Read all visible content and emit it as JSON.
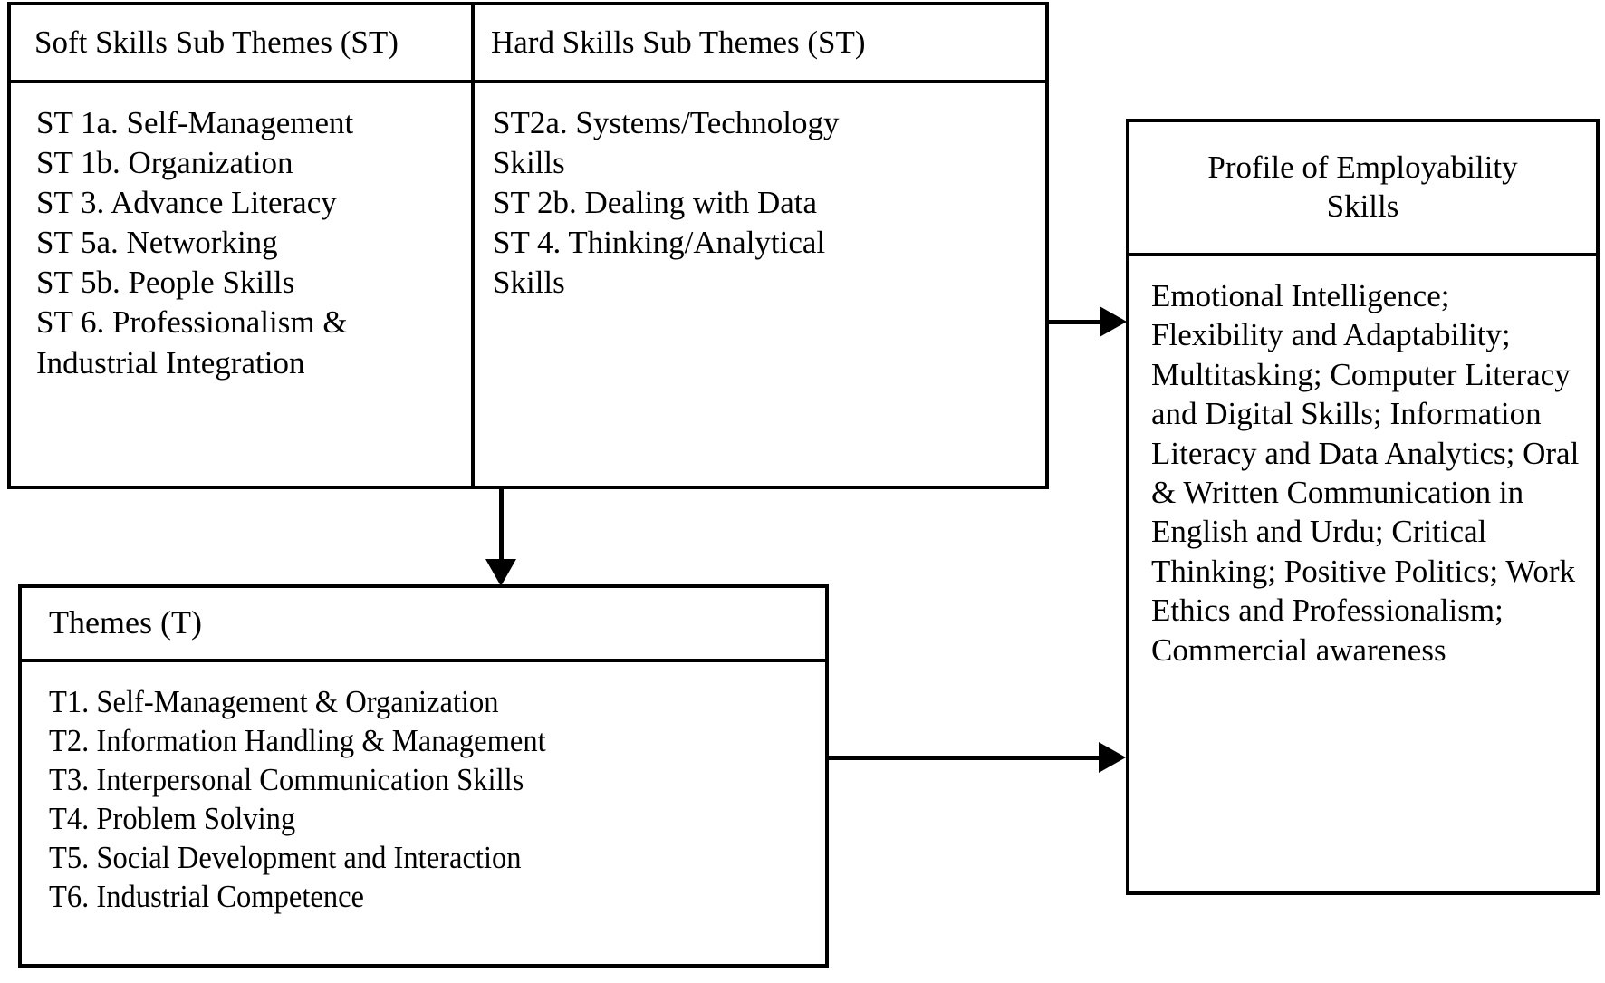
{
  "figure": {
    "title": "Profile of Employability Skills thematic framework"
  },
  "soft_skills": {
    "header": "Soft Skills Sub Themes (ST)",
    "items_text": "ST 1a. Self-Management\nST 1b. Organization\nST 3. Advance Literacy\nST 5a. Networking\nST 5b. People Skills\nST 6. Professionalism &\nIndustrial Integration",
    "items": [
      "ST 1a. Self-Management",
      "ST 1b. Organization",
      "ST 3. Advance Literacy",
      "ST 5a. Networking",
      "ST 5b. People Skills",
      "ST 6. Professionalism & Industrial Integration"
    ]
  },
  "hard_skills": {
    "header": "Hard Skills Sub Themes (ST)",
    "items_text": "ST2a. Systems/Technology\nSkills\nST 2b. Dealing with Data\nST 4. Thinking/Analytical\nSkills",
    "items": [
      "ST2a. Systems/Technology Skills",
      "ST 2b. Dealing with Data",
      "ST 4. Thinking/Analytical Skills"
    ]
  },
  "themes": {
    "header": "Themes (T)",
    "items_text": "T1. Self-Management & Organization\nT2. Information Handling & Management\nT3. Interpersonal Communication Skills\nT4. Problem Solving\nT5. Social Development and Interaction\nT6. Industrial Competence",
    "items": [
      "T1. Self-Management & Organization",
      "T2. Information Handling & Management",
      "T3. Interpersonal Communication Skills",
      "T4. Problem Solving",
      "T5. Social Development and Interaction",
      "T6. Industrial Competence"
    ]
  },
  "profile": {
    "header": "Profile of Employability\nSkills",
    "body": "Emotional Intelligence; Flexibility and Adaptability; Multitasking; Computer Literacy and Digital Skills; Information Literacy and Data Analytics; Oral & Written Communication in English and Urdu; Critical Thinking; Positive Politics; Work Ethics and Professionalism; Commercial awareness",
    "items": [
      "Emotional Intelligence",
      "Flexibility and Adaptability",
      "Multitasking",
      "Computer Literacy and Digital Skills",
      "Information Literacy and Data Analytics",
      "Oral & Written Communication in English and Urdu",
      "Critical Thinking",
      "Positive Politics",
      "Work Ethics and Professionalism",
      "Commercial awareness"
    ]
  },
  "connectors": [
    {
      "name": "subthemes-to-profile",
      "from": "Hard Skills Sub Themes box",
      "to": "Profile of Employability Skills box",
      "direction": "right"
    },
    {
      "name": "subthemes-to-themes",
      "from": "Sub Themes box",
      "to": "Themes box",
      "direction": "down"
    },
    {
      "name": "themes-to-profile",
      "from": "Themes box",
      "to": "Profile of Employability Skills box",
      "direction": "right"
    }
  ],
  "colors": {
    "stroke": "#000000",
    "background": "#ffffff",
    "text": "#000000"
  }
}
